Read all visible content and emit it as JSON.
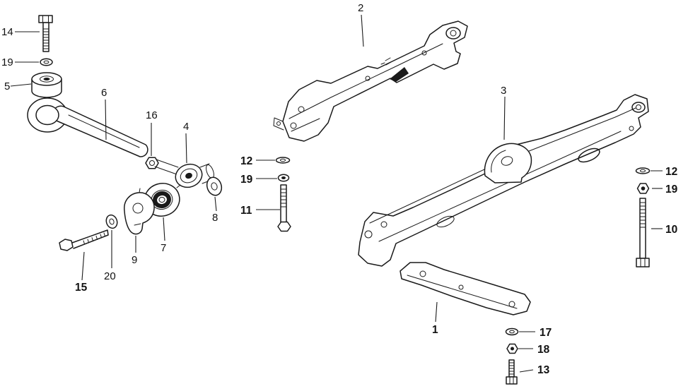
{
  "diagram": {
    "background": "#ffffff",
    "line_color": "#1a1a1a",
    "marker_color": "#141414"
  },
  "callouts": [
    {
      "label": "14"
    },
    {
      "label": "19"
    },
    {
      "label": "5"
    },
    {
      "label": "6"
    },
    {
      "label": "16"
    },
    {
      "label": "4"
    },
    {
      "label": "8"
    },
    {
      "label": "7"
    },
    {
      "label": "9"
    },
    {
      "label": "20"
    },
    {
      "label": "15"
    },
    {
      "label": "2"
    },
    {
      "label": "12"
    },
    {
      "label": "19"
    },
    {
      "label": "11"
    },
    {
      "label": "3"
    },
    {
      "label": "12"
    },
    {
      "label": "19"
    },
    {
      "label": "10"
    },
    {
      "label": "1"
    },
    {
      "label": "17"
    },
    {
      "label": "18"
    },
    {
      "label": "13"
    }
  ]
}
